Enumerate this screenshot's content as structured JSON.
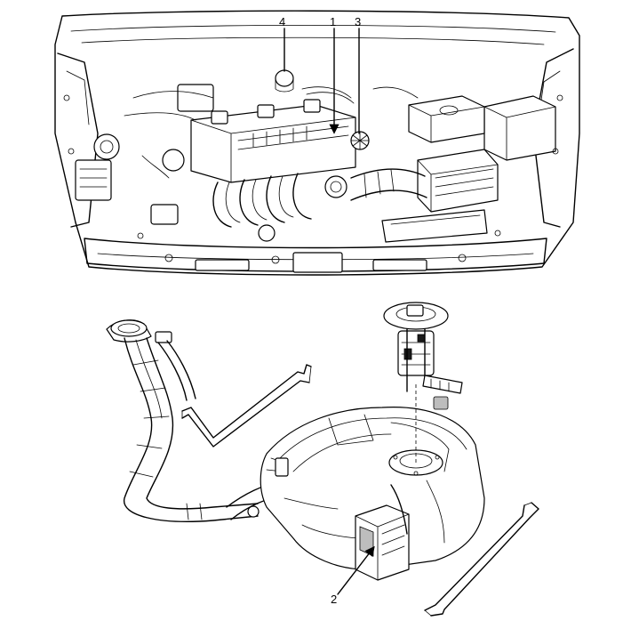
{
  "callouts": {
    "c1": "1",
    "c2": "2",
    "c3": "3",
    "c4": "4"
  },
  "colors": {
    "line": "#000000",
    "background": "#ffffff",
    "shade": "#bdbdbd"
  }
}
